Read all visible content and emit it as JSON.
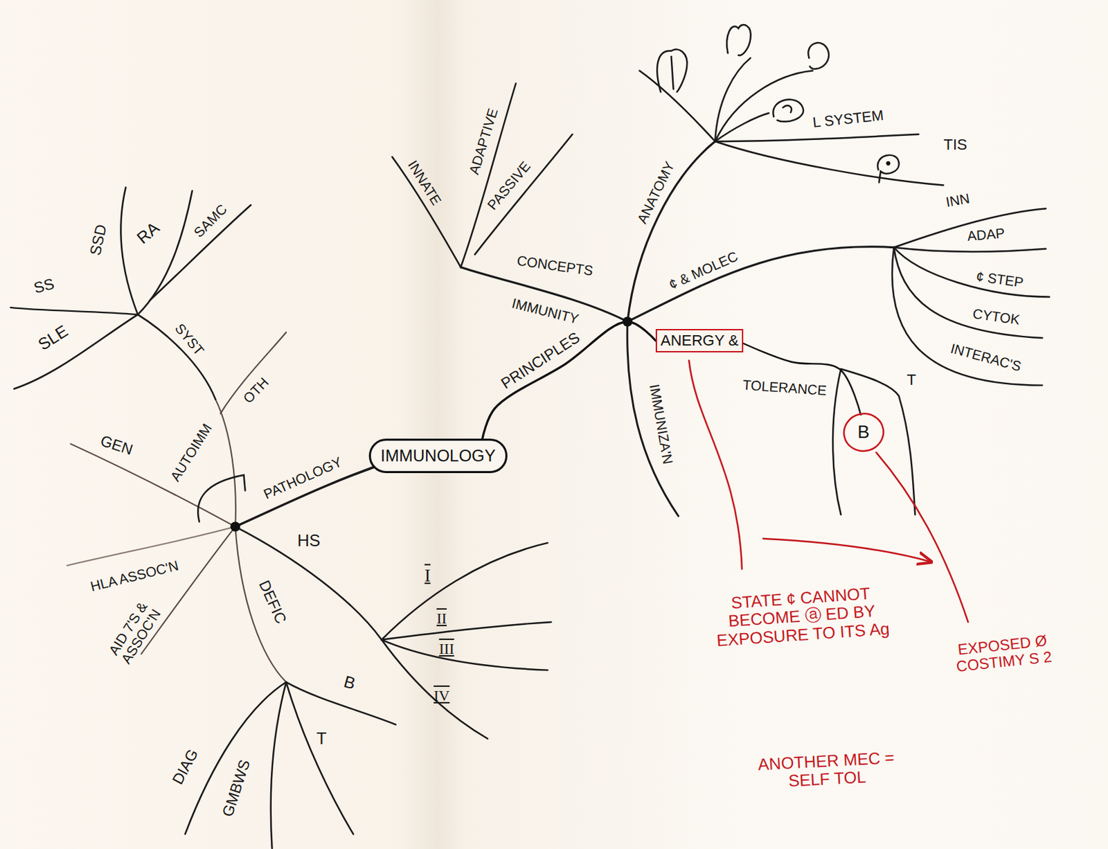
{
  "diagram": {
    "nodes": [
      {
        "text": [
          "IMMUNOLOGY"
        ]
      },
      {
        "text": [
          "ANERGY &"
        ]
      },
      {
        "text": [
          "B"
        ]
      }
    ],
    "edges": [
      {
        "from": 0,
        "to": 1,
        "arrow": "none",
        "label": "PRINCIPLES"
      },
      {
        "from": 1,
        "to": 2,
        "arrow": "none",
        "label": "TOLERANCE"
      }
    ],
    "labels": [
      "IMMUNITY",
      "CONCEPTS",
      "INNATE",
      "ADAPTIVE",
      "PASSIVE",
      "ANATOMY",
      "L SYSTEM",
      "TIS",
      "¢ & MOLEC",
      "INN",
      "ADAP",
      "¢ STEP",
      "CYTOK",
      "INTERAC'S",
      "T",
      "IMMUNIZA'N",
      "STATE ¢ CANNOT BECOME ⓐ ED BY EXPOSURE TO ITS Ag",
      "EXPOSED Ø COSTIMY S 2",
      "ANOTHER MEC = SELF TOL",
      "PATHOLOGY",
      "AUTOIMM",
      "SYST",
      "OTH",
      "SS",
      "SSD",
      "RA",
      "SAMC",
      "SLE",
      "GEN",
      "HLA ASSOC'N",
      "AID 7'S & ASSOC'N",
      "DEFIC",
      "B",
      "T",
      "DIAG",
      "GMBWS",
      "HS",
      "I",
      "II",
      "III",
      "IV"
    ]
  }
}
